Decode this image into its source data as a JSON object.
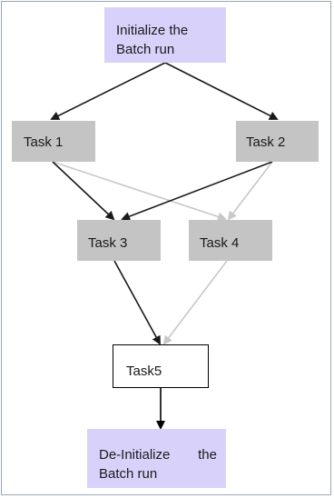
{
  "diagram": {
    "nodes": {
      "start": {
        "label": "Initialize the Batch run"
      },
      "task1": {
        "label": "Task 1"
      },
      "task2": {
        "label": "Task 2"
      },
      "task3": {
        "label": "Task 3"
      },
      "task4": {
        "label": "Task 4"
      },
      "task5": {
        "label": "Task5"
      },
      "end": {
        "label_word1": "De-Initialize",
        "label_word2": "the",
        "label_line2": "Batch run"
      }
    },
    "edges": [
      {
        "from": "start",
        "to": "task1",
        "color": "#1a1a1a"
      },
      {
        "from": "start",
        "to": "task2",
        "color": "#1a1a1a"
      },
      {
        "from": "task1",
        "to": "task3",
        "color": "#1a1a1a"
      },
      {
        "from": "task1",
        "to": "task4",
        "color": "#c8c8c8"
      },
      {
        "from": "task2",
        "to": "task3",
        "color": "#1a1a1a"
      },
      {
        "from": "task2",
        "to": "task4",
        "color": "#c8c8c8"
      },
      {
        "from": "task3",
        "to": "task5",
        "color": "#1a1a1a"
      },
      {
        "from": "task4",
        "to": "task5",
        "color": "#c8c8c8"
      },
      {
        "from": "task5",
        "to": "end",
        "color": "#000000"
      }
    ],
    "colors": {
      "start_end_fill": "#d8d2fb",
      "task_fill": "#c4c4c4",
      "task5_fill": "#ffffff",
      "frame": "#9aa7b4"
    }
  }
}
